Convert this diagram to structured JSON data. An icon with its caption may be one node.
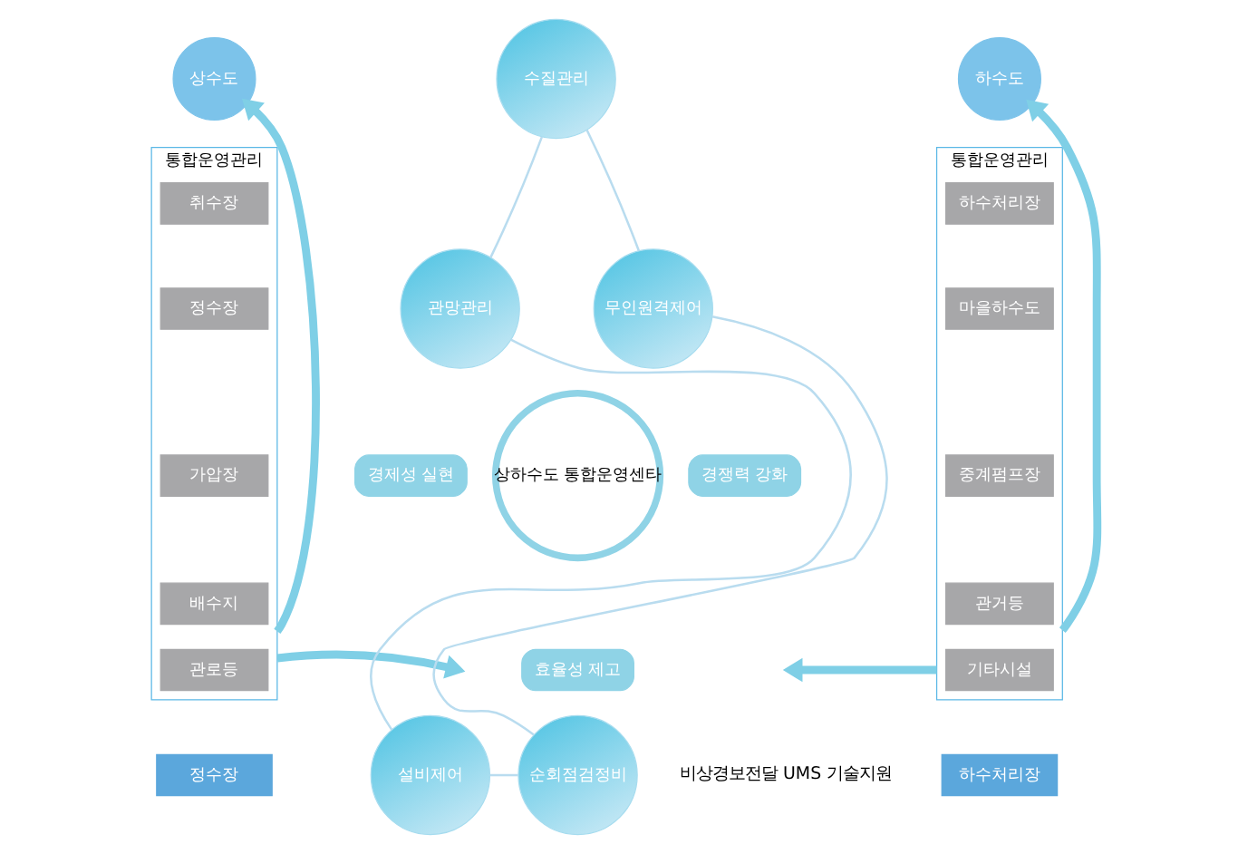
{
  "diagram": {
    "nodes": [
      {
        "text": [
          "상수도"
        ]
      },
      {
        "text": [
          "수질관리"
        ]
      },
      {
        "text": [
          "하수도"
        ]
      },
      {
        "text": [
          "통합운영관리"
        ]
      },
      {
        "text": [
          "취수장"
        ],
        "in": 3
      },
      {
        "text": [
          "정수장"
        ],
        "in": 3
      },
      {
        "text": [
          "가압장"
        ],
        "in": 3
      },
      {
        "text": [
          "배수지"
        ],
        "in": 3
      },
      {
        "text": [
          "관로등"
        ],
        "in": 3
      },
      {
        "text": [
          "관망관리"
        ]
      },
      {
        "text": [
          "경제성 실현"
        ]
      },
      {
        "text": [
          "경쟁력 강화"
        ]
      },
      {
        "text": [
          "상하수도 통합운영센타"
        ]
      },
      {
        "text": [
          "무인원격제어"
        ]
      },
      {
        "text": [
          "통합운영관리"
        ]
      },
      {
        "text": [
          "하수처리장"
        ],
        "in": 14
      },
      {
        "text": [
          "마을하수도"
        ],
        "in": 14
      },
      {
        "text": [
          "중계펌프장"
        ],
        "in": 14
      },
      {
        "text": [
          "관거등"
        ],
        "in": 14
      },
      {
        "text": [
          "기타시설"
        ],
        "in": 14
      },
      {
        "text": [
          "효율성 제고"
        ]
      },
      {
        "text": [
          "설비제어"
        ]
      },
      {
        "text": [
          "순회점검정비"
        ]
      },
      {
        "text": [
          "정수장"
        ]
      },
      {
        "text": [
          "하수처리장"
        ]
      }
    ],
    "edges": [
      {
        "from": 3,
        "to": 0,
        "arrow": "to",
        "style": "thick",
        "color": "#7fcfe6"
      },
      {
        "from": 14,
        "to": 2,
        "arrow": "to",
        "style": "thick",
        "color": "#7fcfe6"
      },
      {
        "from": 3,
        "to": null,
        "arrow": "to",
        "style": "thick",
        "color": "#7fcfe6"
      },
      {
        "from": 14,
        "to": null,
        "arrow": "to",
        "style": "thick",
        "color": "#7fcfe6"
      },
      {
        "from": 1,
        "to": 13,
        "arrow": "none"
      },
      {
        "from": 13,
        "to": 22,
        "arrow": "none"
      },
      {
        "from": 22,
        "to": 21,
        "arrow": "none"
      },
      {
        "from": 21,
        "to": 9,
        "arrow": "none"
      },
      {
        "from": 9,
        "to": 1,
        "arrow": "none"
      }
    ],
    "labels": [
      "비상경보전달 UMS 기술지원"
    ]
  }
}
